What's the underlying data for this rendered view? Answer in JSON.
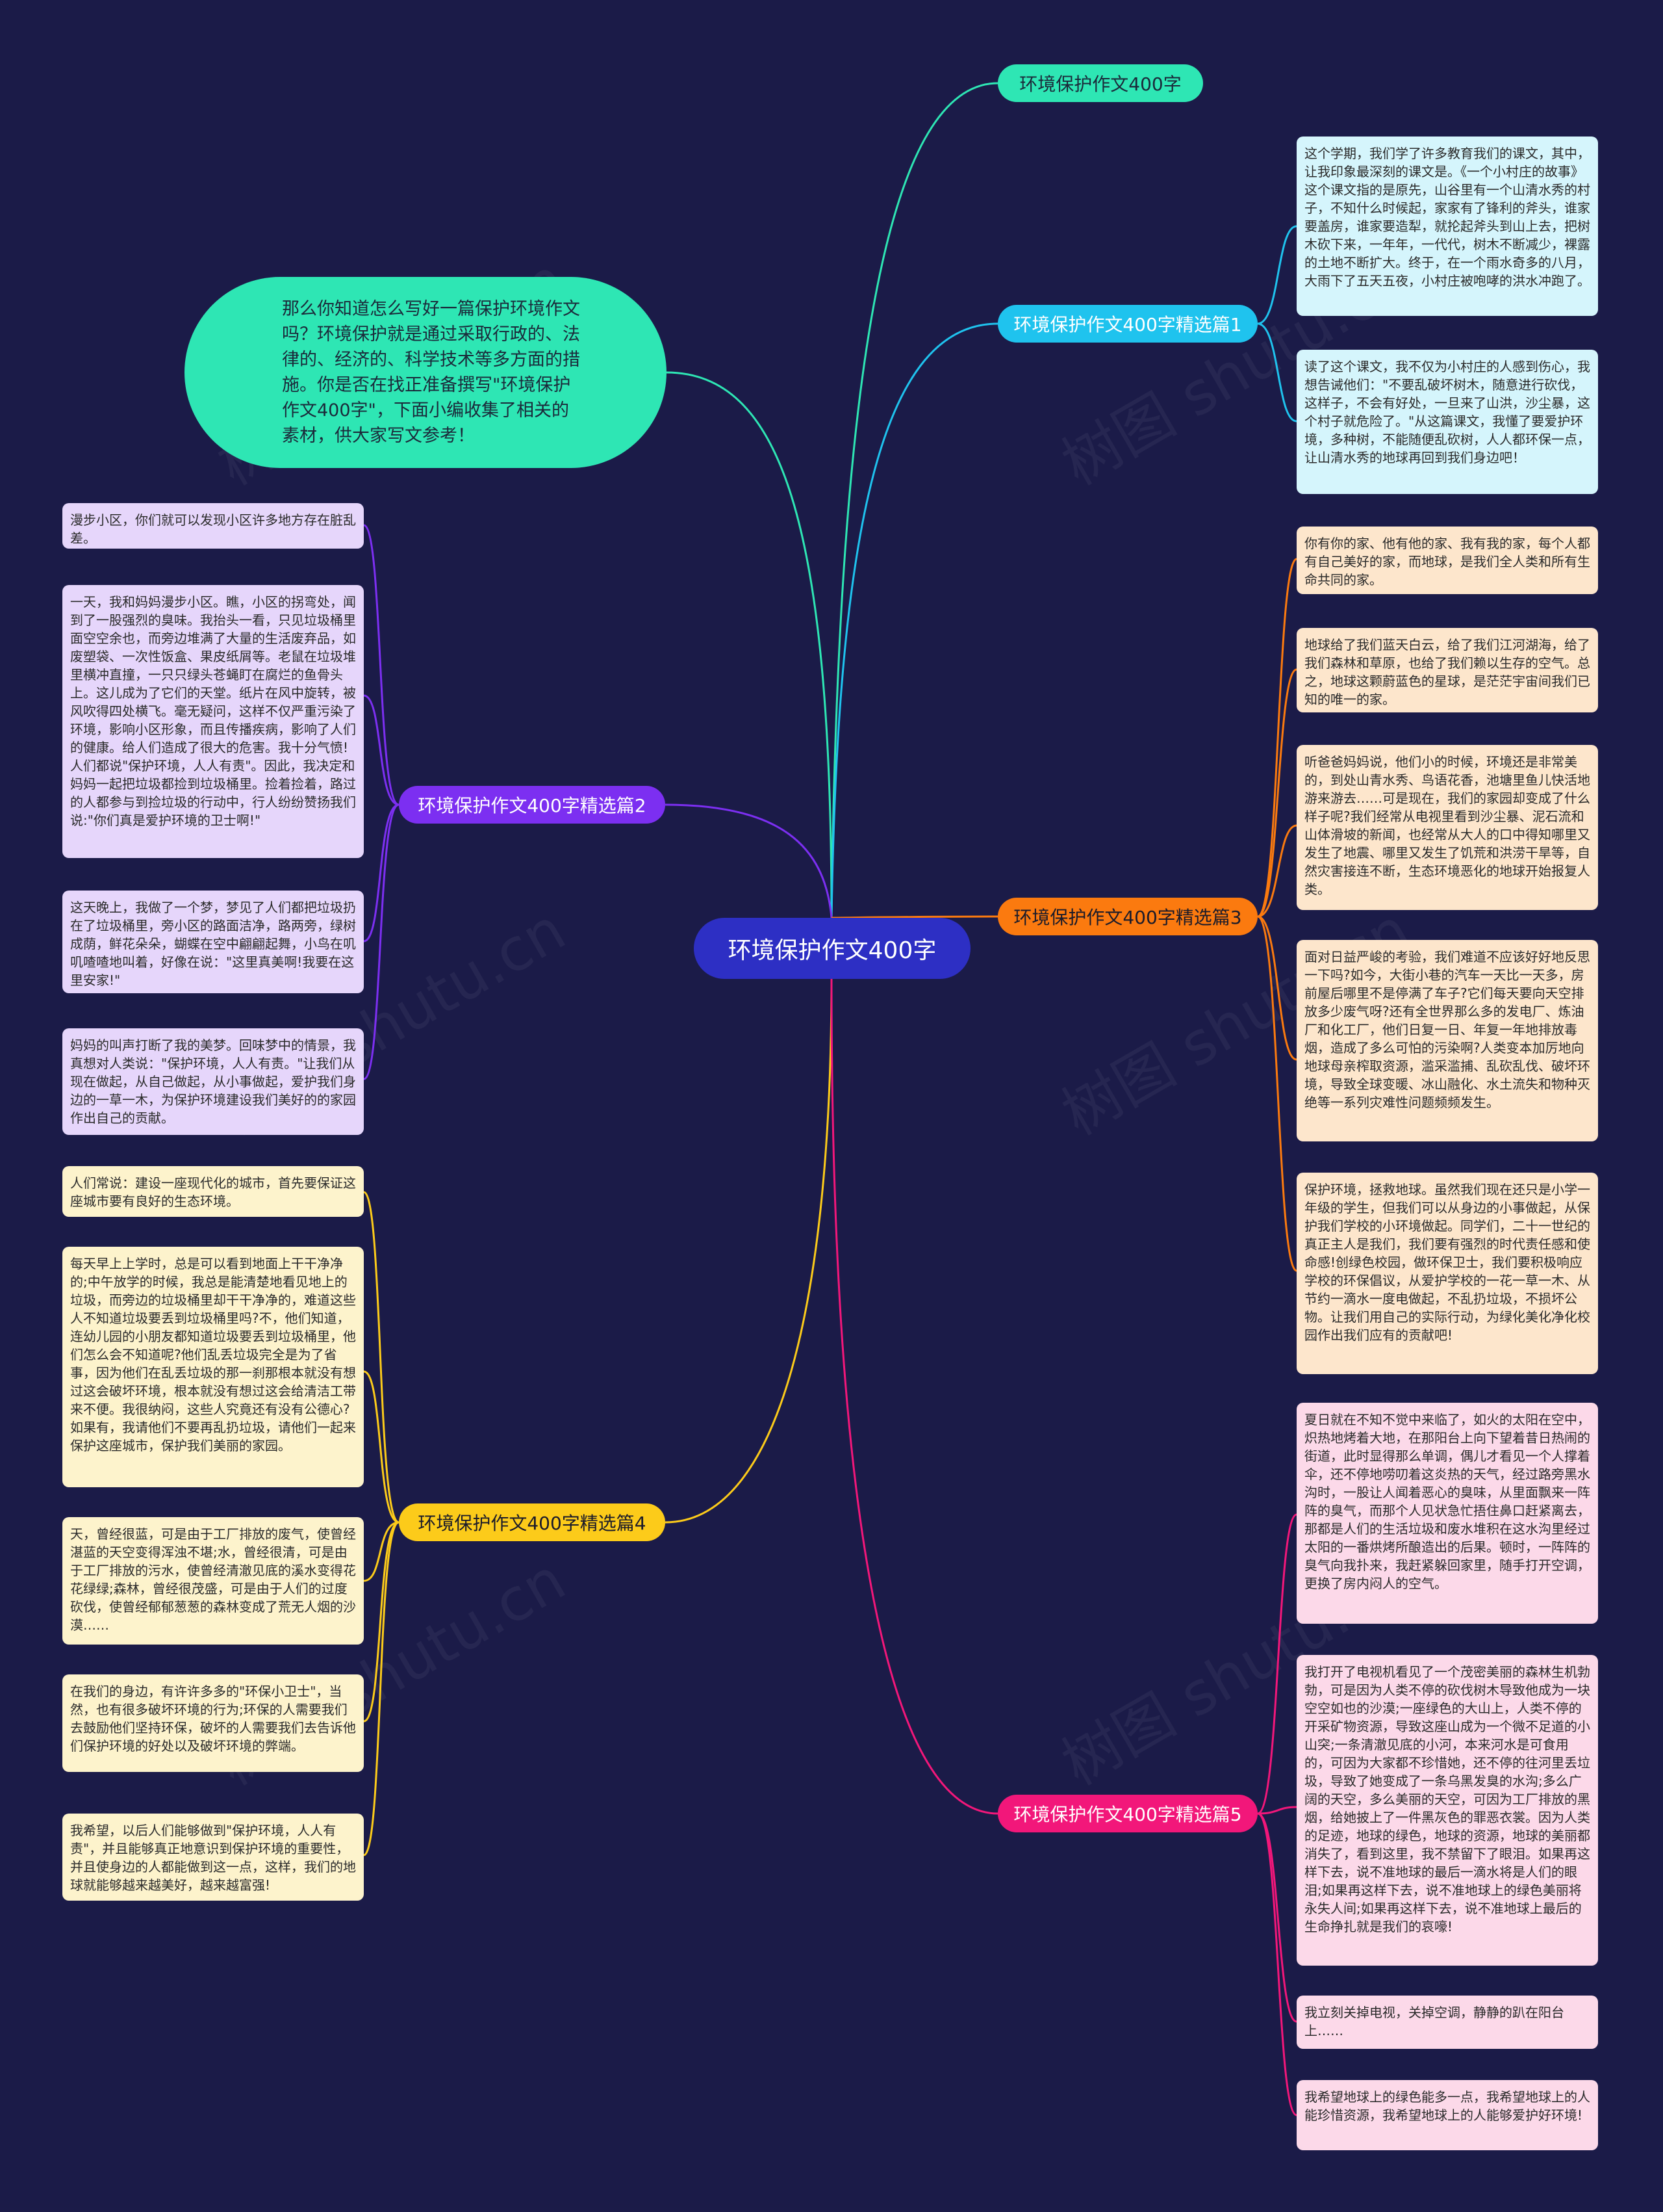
{
  "colors": {
    "background": "#1b1b48",
    "root": "#2d2fc4",
    "teal": "#2ee6b4",
    "cyan": "#1fc3ee",
    "purple": "#7c2ff1",
    "orange": "#fb7a0f",
    "yellow": "#fccb1a",
    "pink": "#f2177a"
  },
  "watermark": "树图 shutu.cn",
  "root": {
    "label": "环境保护作文400字"
  },
  "intro": {
    "text": "那么你知道怎么写好一篇保护环境作文吗？环境保护就是通过采取行政的、法律的、经济的、科学技术等多方面的措施。你是否在找正准备撰写\"环境保护作文400字\"，下面小编收集了相关的素材，供大家写文参考！"
  },
  "branches": {
    "b0": {
      "label": "环境保护作文400字"
    },
    "b1": {
      "label": "环境保护作文400字精选篇1",
      "leaves": [
        "这个学期，我们学了许多教育我们的课文，其中，让我印象最深刻的课文是。《一个小村庄的故事》这个课文指的是原先，山谷里有一个山清水秀的村子，不知什么时候起，家家有了锋利的斧头，谁家要盖房，谁家要造犁，就抡起斧头到山上去，把树木砍下来，一年年，一代代，树木不断减少，裸露的土地不断扩大。终于，在一个雨水奇多的八月，大雨下了五天五夜，小村庄被咆哮的洪水冲跑了。",
        "读了这个课文，我不仅为小村庄的人感到伤心，我想告诫他们：\"不要乱破坏树木，随意进行砍伐，这样子，不会有好处，一旦来了山洪，沙尘暴，这个村子就危险了。\"从这篇课文，我懂了要爱护环境，多种树，不能随便乱砍树，人人都环保一点，让山清水秀的地球再回到我们身边吧！"
      ]
    },
    "b2": {
      "label": "环境保护作文400字精选篇2",
      "leaves": [
        "漫步小区，你们就可以发现小区许多地方存在脏乱差。",
        "一天，我和妈妈漫步小区。瞧，小区的拐弯处，闻到了一股强烈的臭味。我抬头一看，只见垃圾桶里面空空余也，而旁边堆满了大量的生活废弃品，如废塑袋、一次性饭盒、果皮纸屑等。老鼠在垃圾堆里横冲直撞，一只只绿头苍蝇盯在腐烂的鱼骨头上。这儿成为了它们的天堂。纸片在风中旋转，被风吹得四处横飞。毫无疑问，这样不仅严重污染了环境，影响小区形象，而且传播疾病，影响了人们的健康。给人们造成了很大的危害。我十分气愤!人们都说\"保护环境，人人有责\"。因此，我决定和妈妈一起把垃圾都捡到垃圾桶里。捡着捡着，路过的人都参与到捡垃圾的行动中，行人纷纷赞扬我们说:\"你们真是爱护环境的卫士啊!\"",
        "这天晚上，我做了一个梦，梦见了人们都把垃圾扔在了垃圾桶里，旁小区的路面洁净，路两旁，绿树成荫，鲜花朵朵，蝴蝶在空中翩翩起舞，小鸟在叽叽喳喳地叫着，好像在说：\"这里真美啊!我要在这里安家!\"",
        "妈妈的叫声打断了我的美梦。回味梦中的情景，我真想对人类说：\"保护环境，人人有责。\"让我们从现在做起，从自己做起，从小事做起，爱护我们身边的一草一木，为保护环境建设我们美好的的家园作出自己的贡献。"
      ]
    },
    "b3": {
      "label": "环境保护作文400字精选篇3",
      "leaves": [
        "你有你的家、他有他的家、我有我的家，每个人都有自己美好的家，而地球，是我们全人类和所有生命共同的家。",
        "地球给了我们蓝天白云，给了我们江河湖海，给了我们森林和草原，也给了我们赖以生存的空气。总之，地球这颗蔚蓝色的星球，是茫茫宇宙间我们已知的唯一的家。",
        "听爸爸妈妈说，他们小的时候，环境还是非常美的，到处山青水秀、鸟语花香，池塘里鱼儿快活地游来游去……可是现在，我们的家园却变成了什么样子呢?我们经常从电视里看到沙尘暴、泥石流和山体滑坡的新闻，也经常从大人的口中得知哪里又发生了地震、哪里又发生了饥荒和洪涝干旱等，自然灾害接连不断，生态环境恶化的地球开始报复人类。",
        "面对日益严峻的考验，我们难道不应该好好地反思一下吗?如今，大街小巷的汽车一天比一天多，房前屋后哪里不是停满了车子?它们每天要向天空排放多少废气呀?还有全世界那么多的发电厂、炼油厂和化工厂，他们日复一日、年复一年地排放毒烟，造成了多么可怕的污染啊?人类变本加厉地向地球母亲榨取资源，滥采滥捕、乱砍乱伐、破坏环境，导致全球变暖、冰山融化、水土流失和物种灭绝等一系列灾难性问题频频发生。",
        "保护环境，拯救地球。虽然我们现在还只是小学一年级的学生，但我们可以从身边的小事做起，从保护我们学校的小环境做起。同学们，二十一世纪的真正主人是我们，我们要有强烈的时代责任感和使命感!创绿色校园，做环保卫士，我们要积极响应学校的环保倡议，从爱护学校的一花一草一木、从节约一滴水一度电做起，不乱扔垃圾，不损坏公物。让我们用自己的实际行动，为绿化美化净化校园作出我们应有的贡献吧!"
      ]
    },
    "b4": {
      "label": "环境保护作文400字精选篇4",
      "leaves": [
        "人们常说：建设一座现代化的城市，首先要保证这座城市要有良好的生态环境。",
        "每天早上上学时，总是可以看到地面上干干净净的;中午放学的时候，我总是能清楚地看见地上的垃圾，而旁边的垃圾桶里却干干净净的，难道这些人不知道垃圾要丢到垃圾桶里吗?不，他们知道，连幼儿园的小朋友都知道垃圾要丢到垃圾桶里，他们怎么会不知道呢?他们乱丢垃圾完全是为了省事，因为他们在乱丢垃圾的那一刹那根本就没有想过这会破坏环境，根本就没有想过这会给清洁工带来不便。我很纳闷，这些人究竟还有没有公德心?如果有，我请他们不要再乱扔垃圾，请他们一起来保护这座城市，保护我们美丽的家园。",
        "天，曾经很蓝，可是由于工厂排放的废气，使曾经湛蓝的天空变得浑浊不堪;水，曾经很清，可是由于工厂排放的污水，使曾经清澈见底的溪水变得花花绿绿;森林，曾经很茂盛，可是由于人们的过度砍伐，使曾经郁郁葱葱的森林变成了荒无人烟的沙漠……",
        "在我们的身边，有许许多多的\"环保小卫士\"，当然，也有很多破坏环境的行为;环保的人需要我们去鼓励他们坚持环保，破坏的人需要我们去告诉他们保护环境的好处以及破坏环境的弊端。",
        "我希望，以后人们能够做到\"保护环境，人人有责\"，并且能够真正地意识到保护环境的重要性，并且使身边的人都能做到这一点，这样，我们的地球就能够越来越美好，越来越富强!"
      ]
    },
    "b5": {
      "label": "环境保护作文400字精选篇5",
      "leaves": [
        "夏日就在不知不觉中来临了，如火的太阳在空中，炽热地烤着大地，在那阳台上向下望着昔日热闹的街道，此时显得那么单调，偶儿才看见一个人撑着伞，还不停地唠叨着这炎热的天气，经过路旁黑水沟时，一股让人闻着恶心的臭味，从里面飘来一阵阵的臭气，而那个人见状急忙捂住鼻口赶紧离去，那都是人们的生活垃圾和废水堆积在这水沟里经过太阳的一番烘烤所酿造出的后果。顿时，一阵阵的臭气向我扑来，我赶紧躲回家里，随手打开空调，更换了房内闷人的空气。",
        "我打开了电视机看见了一个茂密美丽的森林生机勃勃，可是因为人类不停的砍伐树木导致他成为一块空空如也的沙漠;一座绿色的大山上，人类不停的开采矿物资源，导致这座山成为一个微不足道的小山突;一条清澈见底的小河，本来河水是可食用的，可因为大家都不珍惜她，还不停的往河里丢垃圾，导致了她变成了一条乌黑发臭的水沟;多么广阔的天空，多么美丽的天空，可因为工厂排放的黑烟，给她披上了一件黑灰色的罪恶衣裳。因为人类的足迹，地球的绿色，地球的资源，地球的美丽都消失了，看到这里，我不禁留下了眼泪。如果再这样下去，说不准地球的最后一滴水将是人们的眼泪;如果再这样下去，说不准地球上的绿色美丽将永失人间;如果再这样下去，说不准地球上最后的生命挣扎就是我们的哀嚎!",
        "我立刻关掉电视，关掉空调，静静的趴在阳台上……",
        "我希望地球上的绿色能多一点，我希望地球上的人能珍惜资源，我希望地球上的人能够爱护好环境!"
      ]
    }
  }
}
